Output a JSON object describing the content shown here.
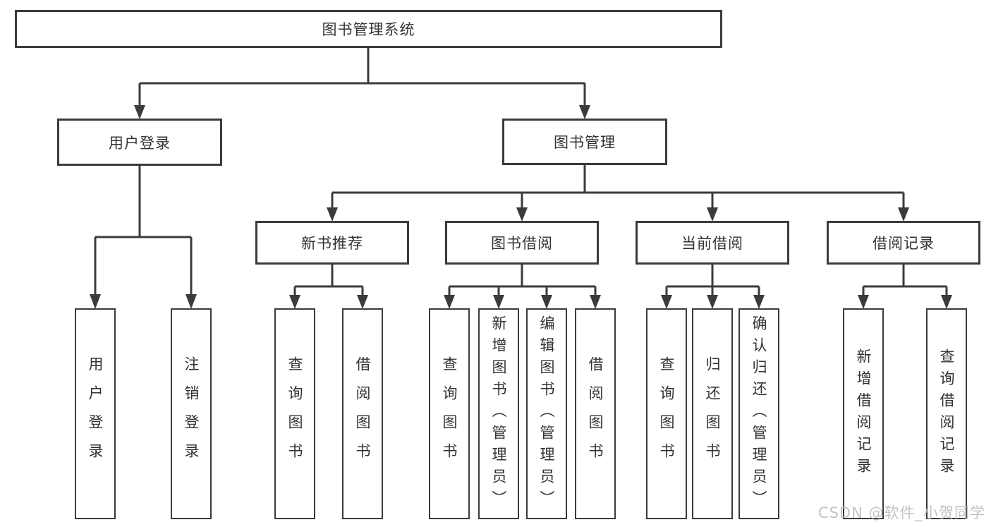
{
  "diagram": {
    "root_label": "图书管理系统",
    "branches": {
      "login": {
        "label": "用户登录",
        "children": [
          "用户登录",
          "注销登录"
        ]
      },
      "management": {
        "label": "图书管理"
      }
    },
    "groups": [
      {
        "label": "新书推荐",
        "children": [
          "查询图书",
          "借阅图书"
        ]
      },
      {
        "label": "图书借阅",
        "children": [
          "查询图书",
          "新增图书（管理员）",
          "编辑图书（管理员）",
          "借阅图书"
        ]
      },
      {
        "label": "当前借阅",
        "children": [
          "查询图书",
          "归还图书",
          "确认归还（管理员）"
        ]
      },
      {
        "label": "借阅记录",
        "children": [
          "新增借阅记录",
          "查询借阅记录"
        ]
      }
    ]
  },
  "watermark": {
    "text": "CSDN @软件_小贺同学"
  },
  "colors": {
    "line": "#3b3b3b",
    "box_border": "#3b3b3b",
    "text": "#333333",
    "watermark": "#b9b9b9",
    "background": "#ffffff"
  }
}
